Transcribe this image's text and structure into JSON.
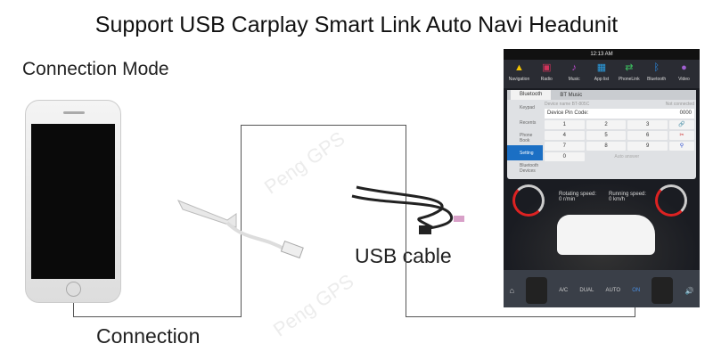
{
  "title": "Support USB Carplay Smart Link Auto Navi Headunit",
  "connection_mode": "Connection Mode",
  "connection": "Connection",
  "usb_cable": "USB cable",
  "watermark": "Peng GPS",
  "headunit": {
    "time": "12:13 AM",
    "apps": [
      {
        "label": "Navigation",
        "icon": "navigation-icon",
        "glyph": "▲",
        "color": "#f5c400"
      },
      {
        "label": "Radio",
        "icon": "radio-icon",
        "glyph": "▣",
        "color": "#d0335a"
      },
      {
        "label": "Music",
        "icon": "music-icon",
        "glyph": "♪",
        "color": "#c04ad0"
      },
      {
        "label": "App list",
        "icon": "grid-icon",
        "glyph": "▦",
        "color": "#2a9de0"
      },
      {
        "label": "PhoneLink",
        "icon": "phonelink-icon",
        "glyph": "⇄",
        "color": "#3cc060"
      },
      {
        "label": "Bluetooth",
        "icon": "bluetooth-icon",
        "glyph": "ᛒ",
        "color": "#2a8ae0"
      },
      {
        "label": "Video",
        "icon": "video-icon",
        "glyph": "●",
        "color": "#a060d0"
      }
    ],
    "tabs": [
      "Bluetooth",
      "BT Music"
    ],
    "device_name": "Device name    BT-805C",
    "status": "Not connected",
    "side": [
      "Keypad",
      "Recents",
      "Phone Book",
      "Setting",
      "Bluetooth Devices"
    ],
    "pin_label": "Device Pin Code:",
    "pin": "0000",
    "keys": [
      "1",
      "2",
      "3",
      "4",
      "5",
      "6",
      "7",
      "8",
      "9",
      "0"
    ],
    "auto_answer": "Auto answer",
    "rotating": "Rotating speed:",
    "rotating_val": "0 r/min",
    "running": "Running speed:",
    "running_val": "0 km/h",
    "climate": [
      "A/C",
      "DUAL",
      "AUTO",
      "ON"
    ]
  }
}
